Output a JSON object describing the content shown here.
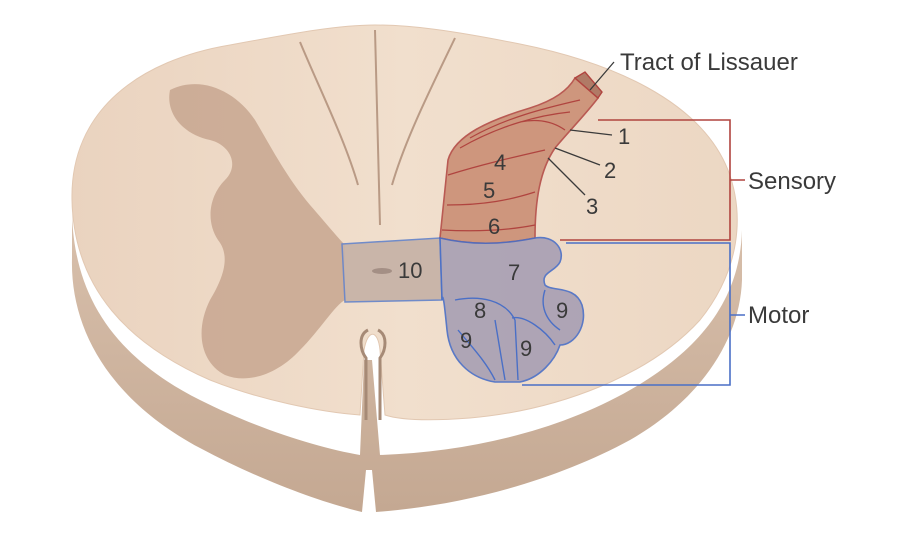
{
  "labels": {
    "tract": "Tract of Lissauer",
    "sensory": "Sensory",
    "motor": "Motor"
  },
  "laminae": {
    "l1": "1",
    "l2": "2",
    "l3": "3",
    "l4": "4",
    "l5": "5",
    "l6": "6",
    "l7": "7",
    "l8": "8",
    "l9a": "9",
    "l9b": "9",
    "l9c": "9",
    "l10": "10"
  },
  "colors": {
    "white_matter": "#eed9c6",
    "side_wall": "#d2b8a3",
    "grey_matter": "#c9a892",
    "sensory_fill": "#c98a70",
    "sensory_line": "#b0443f",
    "motor_fill": "#a79fb3",
    "motor_line": "#4a6fc6",
    "central_fill": "#c7b3a8",
    "text": "#3a3a3a"
  }
}
